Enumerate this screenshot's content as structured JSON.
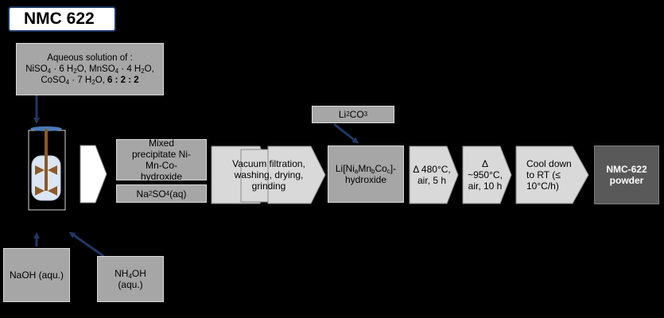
{
  "title": "NMC 622",
  "solution": {
    "line1": "Aqueous solution of :",
    "nisulfate": "NiSO",
    "nisulfate_sub": "4",
    "nisulfate_hydrate": " · 6 H",
    "nisulfate_h_sub": "2",
    "nisulfate_o": "O, ",
    "mnsulfate": "MnSO",
    "mnsulfate_sub": "4",
    "mnsulfate_hydrate": " · 4 H",
    "mnsulfate_h_sub": "2",
    "mnsulfate_o": "O,",
    "cosulfate": "CoSO",
    "cosulfate_sub": "4",
    "cosulfate_hydrate": " · 7 H",
    "cosulfate_h_sub": "2",
    "cosulfate_o": "O, ",
    "ratio": "6 : 2 : 2"
  },
  "precipitate": "Mixed precipitate Ni-Mn-Co-hydroxide",
  "sodium_sulfate": {
    "main": "Na",
    "sub": "2",
    "mid": "SO",
    "sub2": "4",
    "end": "(aq)"
  },
  "filtration": "Vacuum filtration, washing, drying, grinding",
  "lithium_carbonate": {
    "main": "Li",
    "sub": "2",
    "end": "CO",
    "sub2": "3"
  },
  "hydroxide": {
    "a": "Li[Ni",
    "a_sub": "a",
    "b": "Mn",
    "b_sub": "b",
    "c": "Co",
    "c_sub": "c",
    "d": "]-",
    "e": "hydroxide"
  },
  "step1": "Δ 480°C, air, 5 h",
  "step2": "Δ ~950°C, air, 10 h",
  "step3": "Cool down to RT (≤ 10°C/h)",
  "product": "NMC-622 powder",
  "naoh": "NaOH (aqu.)",
  "nh4oh": {
    "main": "NH",
    "sub": "4",
    "end": "OH",
    "line2": "(aqu.)"
  },
  "colors": {
    "arrow": "#1f3864",
    "stirrer": "#4a7ab8",
    "impeller": "#8b5a2b",
    "liquid": "#dce6f2"
  }
}
